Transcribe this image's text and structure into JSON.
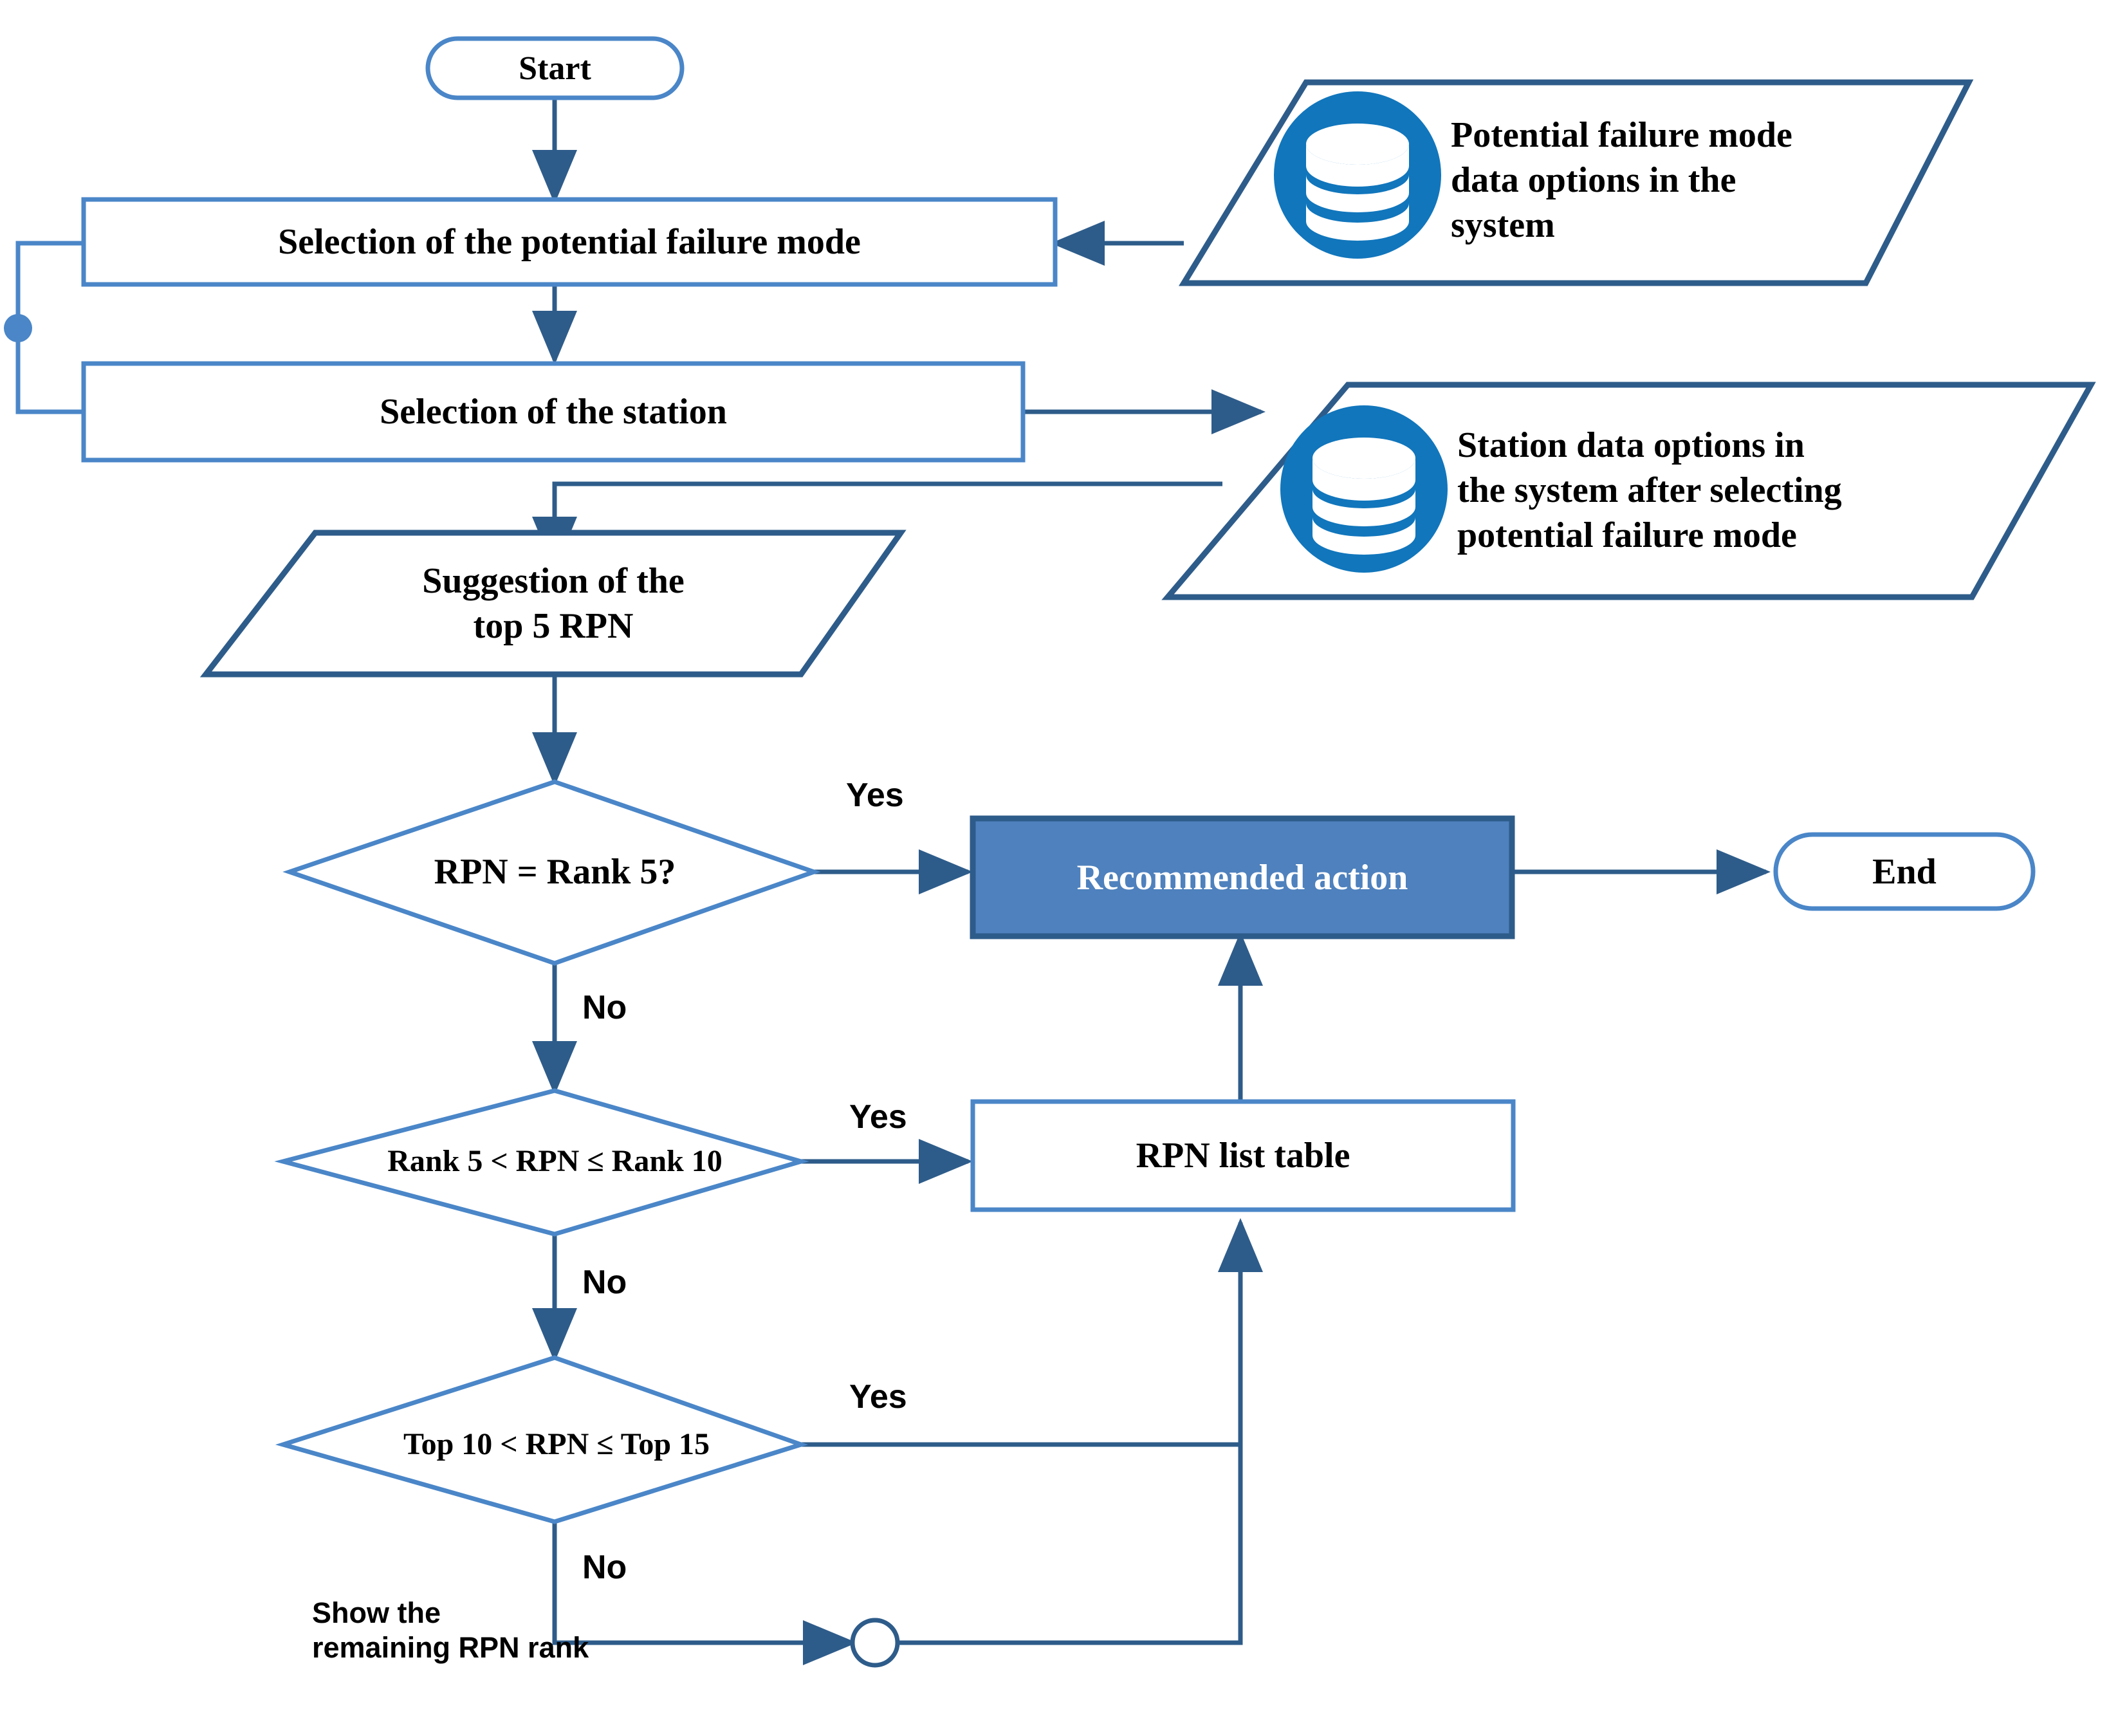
{
  "diagram": {
    "title": "RPN selection and recommended action flowchart",
    "colors": {
      "shape_stroke_light": "#4A86C8",
      "shape_stroke_dark": "#2E5C8A",
      "connector_stroke": "#2E5C8A",
      "recommended_action_fill": "#4E81BD",
      "recommended_action_border": "#2E5C8A",
      "database_icon_blue": "#1176BC",
      "text_dark": "#000000",
      "text_light": "#FFFFFF",
      "background": "#FFFFFF"
    },
    "nodes": {
      "start": {
        "label": "Start",
        "shape": "terminator"
      },
      "select_failure_mode": {
        "label": "Selection of the potential failure mode",
        "shape": "process"
      },
      "select_station": {
        "label": "Selection of the station",
        "shape": "process"
      },
      "failure_mode_data": {
        "label": "Potential failure mode\ndata options in the\nsystem",
        "shape": "data-parallelogram",
        "icon": "database-icon"
      },
      "station_data": {
        "label": "Station data options in\nthe system after selecting\npotential failure mode",
        "shape": "data-parallelogram",
        "icon": "database-icon"
      },
      "suggestion_top5": {
        "label": "Suggestion of the\ntop 5 RPN",
        "shape": "data-parallelogram"
      },
      "decision_rank5": {
        "label": "RPN = Rank 5?",
        "shape": "decision"
      },
      "decision_rank5_10": {
        "label": "Rank 5 < RPN ≤ Rank 10",
        "shape": "decision"
      },
      "decision_top10_15": {
        "label": "Top 10 < RPN ≤ Top 15",
        "shape": "decision"
      },
      "recommended_action": {
        "label": "Recommended action",
        "shape": "process-filled"
      },
      "rpn_list_table": {
        "label": "RPN list table",
        "shape": "process"
      },
      "end": {
        "label": "End",
        "shape": "terminator"
      },
      "offpage_connector": {
        "label": "",
        "shape": "circle-connector"
      }
    },
    "edge_labels": {
      "yes_rank5": "Yes",
      "no_rank5": "No",
      "yes_rank5_10": "Yes",
      "no_rank5_10": "No",
      "yes_top10_15": "Yes",
      "no_top10_15": "No"
    },
    "annotations": {
      "show_remaining": "Show the\nremaining RPN rank"
    }
  }
}
